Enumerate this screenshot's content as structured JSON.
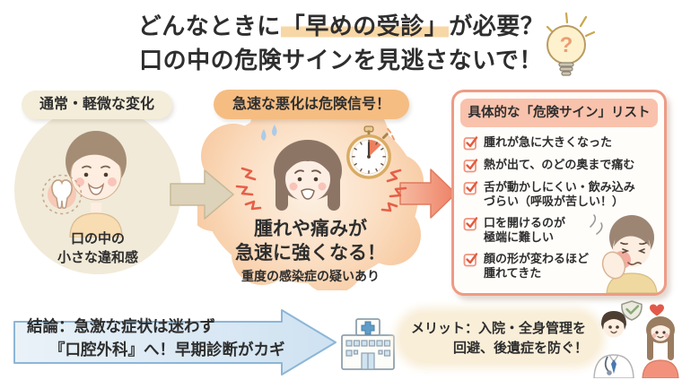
{
  "title": {
    "line1_pre": "どんなときに",
    "line1_highlight": "「早めの受診」",
    "line1_post": "が必要？",
    "line2": "口の中の危険サインを見逃さないで！"
  },
  "stage_normal": {
    "label": "通常・軽微な変化",
    "caption": "口の中の\n小さな違和感"
  },
  "stage_danger": {
    "label": "急速な悪化は危険信号！",
    "main_text": "腫れや痛みが\n急速に強くなる！",
    "sub_text": "重度の感染症の疑いあり"
  },
  "checklist": {
    "title": "具体的な「危険サイン」リスト",
    "items": [
      "腫れが急に大きくなった",
      "熱が出て、のどの奥まで痛む",
      "舌が動かしにくい・飲み込み\nづらい（呼吸が苦しい！）",
      "口を開けるのが\n極端に難しい",
      "顔の形が変わるほど\n腫れてきた"
    ]
  },
  "conclusion": {
    "line1": "結論：急激な症状は迷わず",
    "line2": "『口腔外科』へ！早期診断がカギ"
  },
  "merit": {
    "line1": "メリット：入院・全身管理を",
    "line2": "回避、後遺症を防ぐ！"
  },
  "icons": {
    "lightbulb": "question-lightbulb-icon",
    "tooth": "tooth-icon",
    "stopwatch": "stopwatch-icon",
    "checkbox": "checkbox-checked-icon",
    "hospital": "hospital-icon",
    "shield": "shield-check-icon",
    "heart": "heart-icon"
  },
  "colors": {
    "title_highlight": "#f8d7a6",
    "stage_normal_bg": "#f3edda",
    "stage_danger_label_bg": "#f5bd82",
    "cloud_bg": "#f9d9ba",
    "checklist_border": "#ee9b85",
    "checklist_header_bg": "#f9c2ac",
    "check_color": "#e25b3e",
    "conclusion_fill": "#d8e7f3",
    "conclusion_border": "#8cb6d8",
    "merit_bg": "#f9eed8",
    "arrow_neutral": "#ddd3ba",
    "arrow_danger": "#f0937a"
  }
}
